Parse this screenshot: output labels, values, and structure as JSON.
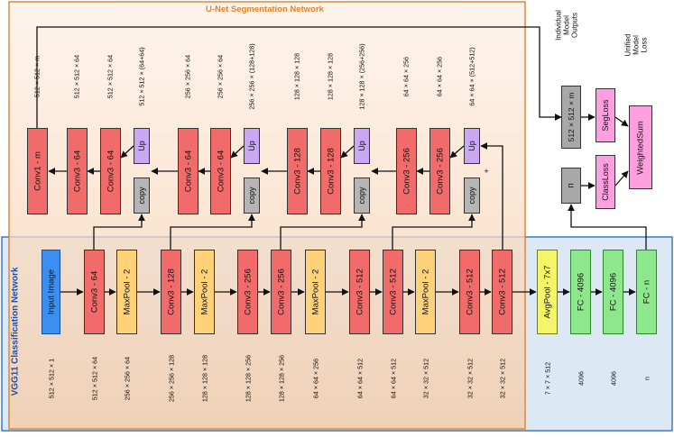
{
  "unet_title": "U-Net Segmentation Network",
  "vgg_title": "VGG11 Classification Network",
  "colors": {
    "conv": "#f26b6b",
    "pool": "#ffd27a",
    "up": "#c9a7f5",
    "copy": "#b5b5b5",
    "input": "#3a8ff0",
    "avgpool": "#f5f56a",
    "fc": "#8de88d",
    "output": "#a8a8a8",
    "loss": "#ff9fe0",
    "unet_panel": "#f9e0c8",
    "vgg_panel": "#dce9f5"
  },
  "vgg": {
    "blocks": [
      {
        "label": "Input Image",
        "dims": "512 × 512 × 1",
        "kind": "input"
      },
      {
        "label": "Conv3 - 64",
        "dims": "512 × 512 × 64",
        "kind": "conv"
      },
      {
        "label": "MaxPool - 2",
        "dims": "256 × 256 × 64",
        "kind": "pool"
      },
      {
        "label": "Conv3 - 128",
        "dims": "256 × 256 × 128",
        "kind": "conv"
      },
      {
        "label": "MaxPool - 2",
        "dims": "128 × 128 × 128",
        "kind": "pool"
      },
      {
        "label": "Conv3 - 256",
        "dims": "128 × 128 × 256",
        "kind": "conv"
      },
      {
        "label": "Conv3 - 256",
        "dims": "128 × 128 × 256",
        "kind": "conv"
      },
      {
        "label": "MaxPool - 2",
        "dims": "64 × 64 × 256",
        "kind": "pool"
      },
      {
        "label": "Conv3 - 512",
        "dims": "64 × 64 × 512",
        "kind": "conv"
      },
      {
        "label": "Conv3 - 512",
        "dims": "64 × 64 × 512",
        "kind": "conv"
      },
      {
        "label": "MaxPool - 2",
        "dims": "32 × 32 × 512",
        "kind": "pool"
      },
      {
        "label": "Conv3 - 512",
        "dims": "32 × 32 × 512",
        "kind": "conv"
      },
      {
        "label": "Conv3 - 512",
        "dims": "32 × 32 × 512",
        "kind": "conv"
      },
      {
        "label": "AvgPool - 7x7",
        "dims": "7 × 7 × 512",
        "kind": "avgpool"
      },
      {
        "label": "FC - 4096",
        "dims": "4096",
        "kind": "fc"
      },
      {
        "label": "FC - 4096",
        "dims": "4096",
        "kind": "fc"
      },
      {
        "label": "FC - n",
        "dims": "n",
        "kind": "fc"
      }
    ]
  },
  "unet": {
    "blocks": [
      {
        "label": "Conv1 - m",
        "dims": "512 × 512 × m",
        "kind": "conv"
      },
      {
        "label": "Conv3 - 64",
        "dims": "512 × 512 × 64",
        "kind": "conv"
      },
      {
        "label": "Conv3 - 64",
        "dims": "512 × 512 × 64",
        "kind": "conv"
      },
      {
        "label": "Up",
        "dims": "512 × 512 × (64+64)",
        "kind": "up"
      },
      {
        "label": "copy",
        "dims": "",
        "kind": "copy"
      },
      {
        "label": "Conv3 - 64",
        "dims": "256 × 256 × 64",
        "kind": "conv"
      },
      {
        "label": "Conv3 - 64",
        "dims": "256 × 256 × 64",
        "kind": "conv"
      },
      {
        "label": "Up",
        "dims": "256 × 256 × (128+128)",
        "kind": "up"
      },
      {
        "label": "copy",
        "dims": "",
        "kind": "copy"
      },
      {
        "label": "Conv3 - 128",
        "dims": "128 × 128 × 128",
        "kind": "conv"
      },
      {
        "label": "Conv3 - 128",
        "dims": "128 × 128 × 128",
        "kind": "conv"
      },
      {
        "label": "Up",
        "dims": "128 × 128 × (256+256)",
        "kind": "up"
      },
      {
        "label": "copy",
        "dims": "",
        "kind": "copy"
      },
      {
        "label": "Conv3 - 256",
        "dims": "64 × 64 × 256",
        "kind": "conv"
      },
      {
        "label": "Conv3 - 256",
        "dims": "64 × 64 × 256",
        "kind": "conv"
      },
      {
        "label": "Up",
        "dims": "64 × 64 × (512+512)",
        "kind": "up"
      },
      {
        "label": "copy",
        "dims": "",
        "kind": "copy"
      }
    ],
    "plus": "+"
  },
  "outputs": {
    "header": "Individual Model Outputs",
    "seg_output": "512 × 512 × m",
    "cls_output": "n",
    "seg_loss": "SegLoss",
    "class_loss": "ClassLoss",
    "weighted_sum": "WeightedSum",
    "unified_header": "Unified Model Loss"
  }
}
